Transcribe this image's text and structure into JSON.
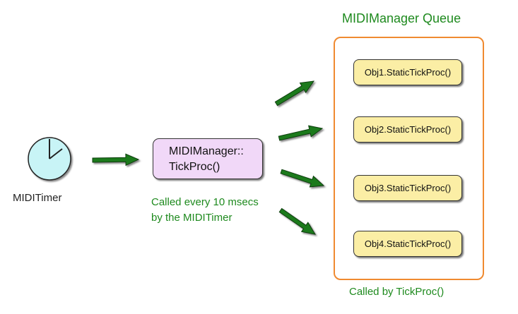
{
  "colors": {
    "timer_face": "#c8f4f6",
    "proc_fill": "#f1d8f8",
    "queue_item_fill": "#fbeea5",
    "queue_border": "#f08a30",
    "arrow_green": "#1e7a1e",
    "annotation_text": "#1e8a1e"
  },
  "timer": {
    "icon": "clock-icon",
    "label": "MIDITimer"
  },
  "proc": {
    "line1": "MIDIManager::",
    "line2": "TickProc()"
  },
  "proc_caption": {
    "line1": "Called every 10 msecs",
    "line2": "by the MIDITimer"
  },
  "queue": {
    "title": "MIDIManager Queue",
    "items": [
      "Obj1.StaticTickProc()",
      "Obj2.StaticTickProc()",
      "Obj3.StaticTickProc()",
      "Obj4.StaticTickProc()"
    ],
    "caption": "Called by TickProc()"
  }
}
